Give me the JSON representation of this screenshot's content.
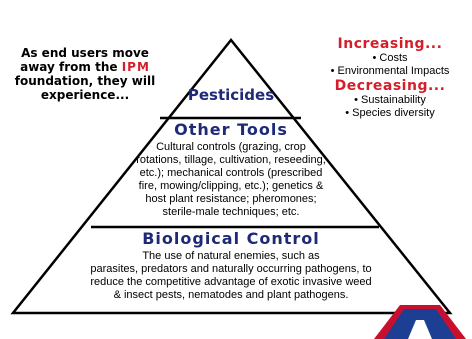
{
  "intro": {
    "before": "As end users move away from the ",
    "ipm": "IPM",
    "after": " foundation, they will experience..."
  },
  "increasing": {
    "heading": "Increasing...",
    "items": [
      "• Costs",
      "• Environmental Impacts"
    ]
  },
  "decreasing": {
    "heading": "Decreasing...",
    "items": [
      "• Sustainability",
      "• Species diversity"
    ]
  },
  "tiers": {
    "pesticides": {
      "title": "Pesticides"
    },
    "other_tools": {
      "title": "Other Tools",
      "lines": [
        "Cultural controls (grazing, crop",
        "rotations, tillage, cultivation, reseeding,",
        "etc.); mechanical controls (prescribed",
        "fire, mowing/clipping, etc.); genetics &",
        "host plant resistance; pheromones;",
        "sterile-male techniques; etc."
      ]
    },
    "biological_control": {
      "title": "Biological Control",
      "lines": [
        "The use of natural enemies, such as",
        "parasites, predators and naturally occurring pathogens, to",
        "reduce the competitive advantage of exotic invasive weed",
        "& insect pests, nematodes and plant pathogens."
      ]
    }
  },
  "colors": {
    "accent_red": "#d41f2a",
    "tier_title_blue": "#1e2a78",
    "logo_blue": "#1c3f94",
    "logo_red": "#c8102e"
  },
  "logo": {
    "icon": "university-a-logo"
  }
}
